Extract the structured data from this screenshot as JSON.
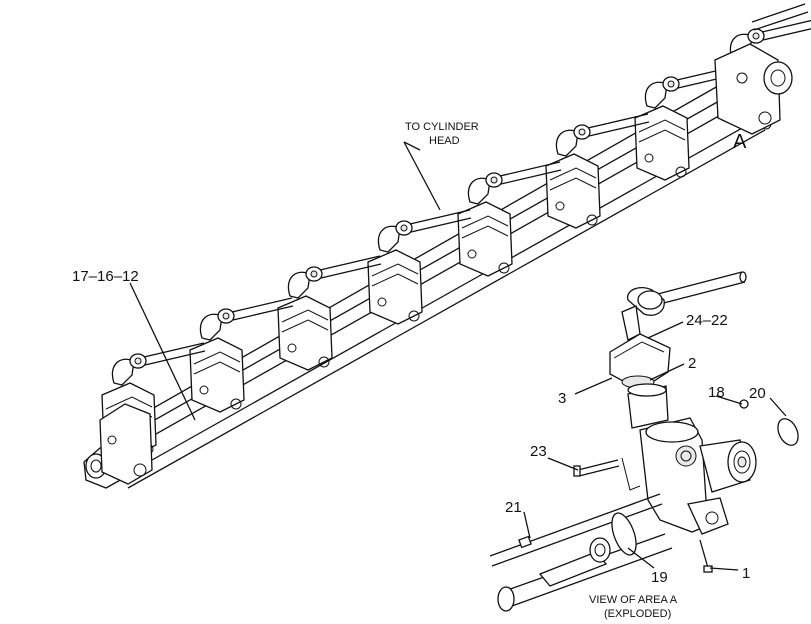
{
  "labels": {
    "to_cylinder_head_line1": "TO CYLINDER",
    "to_cylinder_head_line2": "HEAD",
    "callout_17_16_12": "17–16–12",
    "callout_A": "A",
    "callout_24_22": "24–22",
    "callout_2": "2",
    "callout_3": "3",
    "callout_18": "18",
    "callout_20": "20",
    "callout_23": "23",
    "callout_21": "21",
    "callout_19": "19",
    "callout_1": "1",
    "view_line1": "VIEW OF AREA A",
    "view_line2": "(EXPLODED)"
  }
}
